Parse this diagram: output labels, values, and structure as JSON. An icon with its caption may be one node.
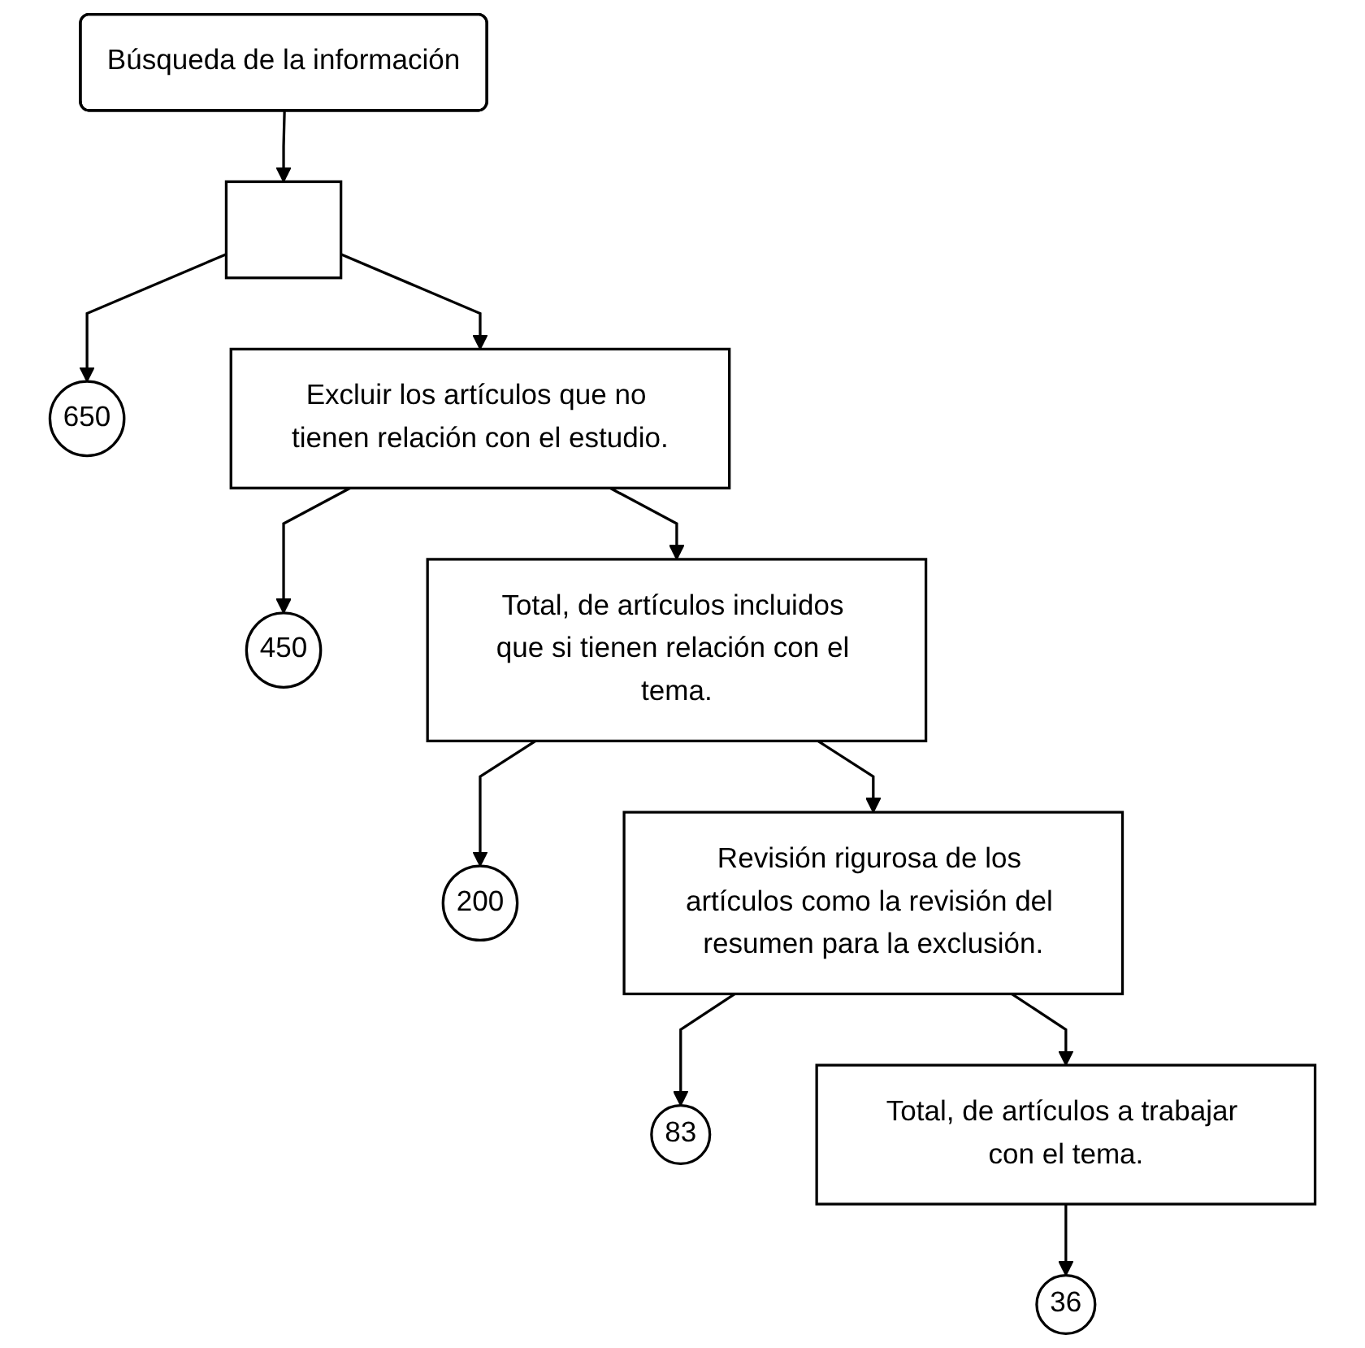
{
  "diagram": {
    "nodes": [
      {
        "text": [
          "Búsqueda de la información"
        ]
      },
      {
        "text": [],
        "shape": "box"
      },
      {
        "text": [
          "650"
        ]
      },
      {
        "text": [
          "Excluir los artículos que no tienen relación con el estudio."
        ]
      },
      {
        "text": [
          "450"
        ]
      },
      {
        "text": [
          "Total, de artículos incluidos que si tienen relación con el tema."
        ]
      },
      {
        "text": [
          "200"
        ]
      },
      {
        "text": [
          "Revisión rigurosa de los artículos como la revisión del resumen para la exclusión."
        ]
      },
      {
        "text": [
          "83"
        ]
      },
      {
        "text": [
          "Total, de artículos a trabajar con el tema."
        ]
      },
      {
        "text": [
          "36"
        ]
      }
    ],
    "edges": [
      {
        "from": 0,
        "to": 1,
        "arrow": "to"
      },
      {
        "from": 1,
        "to": 2,
        "arrow": "to"
      },
      {
        "from": 1,
        "to": 3,
        "arrow": "to"
      },
      {
        "from": 3,
        "to": 4,
        "arrow": "to"
      },
      {
        "from": 3,
        "to": 5,
        "arrow": "to"
      },
      {
        "from": 5,
        "to": 6,
        "arrow": "to"
      },
      {
        "from": 5,
        "to": 7,
        "arrow": "to"
      },
      {
        "from": 7,
        "to": 8,
        "arrow": "to"
      },
      {
        "from": 7,
        "to": 9,
        "arrow": "to"
      },
      {
        "from": 9,
        "to": 10,
        "arrow": "to"
      }
    ]
  }
}
